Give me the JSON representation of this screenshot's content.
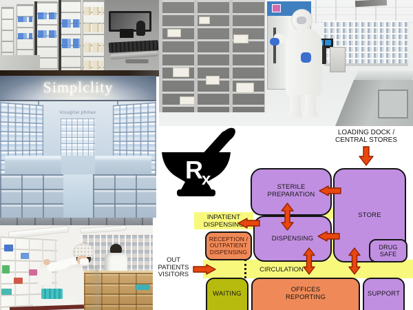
{
  "photos": {
    "storefront": {
      "sign": "Simplclity",
      "backwall_text": "Visugital phmax"
    }
  },
  "diagram": {
    "colors": {
      "purple": "#C18FE1",
      "orange": "#EF8A58",
      "olive": "#B7BB0E",
      "yellow": "#F8F97C",
      "arrow": "#E8470E",
      "arrow_edge": "#8F2000",
      "ink": "#151515"
    },
    "rx_icon": {
      "r": "R",
      "x": "x"
    },
    "labels": {
      "loading_dock": [
        "LOADING DOCK /",
        "CENTRAL STORES"
      ],
      "out_patients": [
        "OUT",
        "PATIENTS",
        "VISITORS"
      ],
      "inpatient": [
        "INPATIENT",
        "DISPENSING"
      ],
      "circulation": "CIRCULATION"
    },
    "rooms": {
      "sterile_preparation": [
        "STERILE",
        "PREPARATION"
      ],
      "store": "STORE",
      "dispensing": "DISPENSING",
      "drug_safe": [
        "DRUG",
        "SAFE"
      ],
      "reception": [
        "RECEPTION /",
        "OUTPATIENT",
        "DISPENSING"
      ],
      "waiting": "WAITING",
      "offices": [
        "OFFICES",
        "REPORTING"
      ],
      "support": "SUPPORT"
    }
  }
}
